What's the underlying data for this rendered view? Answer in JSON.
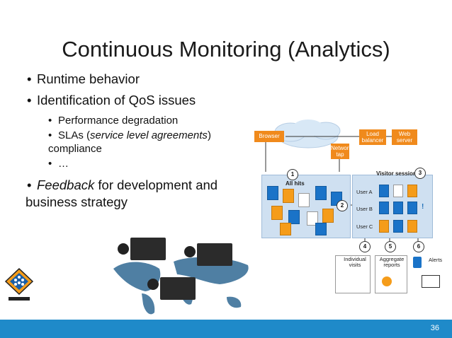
{
  "slide": {
    "title": "Continuous Monitoring (Analytics)",
    "bullets": [
      {
        "text": "Runtime behavior"
      },
      {
        "text": "Identification of QoS issues"
      }
    ],
    "sub_bullets": [
      {
        "text": "Performance degradation"
      },
      {
        "pre": "SLAs (",
        "em": "service level agreements",
        "post": ")",
        "cont": "compliance"
      },
      {
        "text": "…"
      }
    ],
    "feedback": {
      "em": "Feedback",
      "rest": " for development and",
      "cont": "business strategy"
    },
    "bullet_glyph": "•",
    "page_number": "36"
  },
  "diagram": {
    "browser": "Browser",
    "network_tap": "Network tap",
    "load_balancer": "Load balancer",
    "web_server": "Web server",
    "all_hits": "All hits",
    "visitor_sessions": "Visitor sessions",
    "users": [
      "User A",
      "User B",
      "User C"
    ],
    "steps": [
      "1",
      "2",
      "3",
      "4",
      "5",
      "6"
    ],
    "outputs": [
      "Individual visits",
      "Aggregate reports",
      "Alerts"
    ],
    "exclamation": "!"
  },
  "colors": {
    "accent": "#1f8ac9",
    "panel": "#cfe0f1",
    "orange": "#f59c1a",
    "dark_box": "#3b3b3b"
  }
}
